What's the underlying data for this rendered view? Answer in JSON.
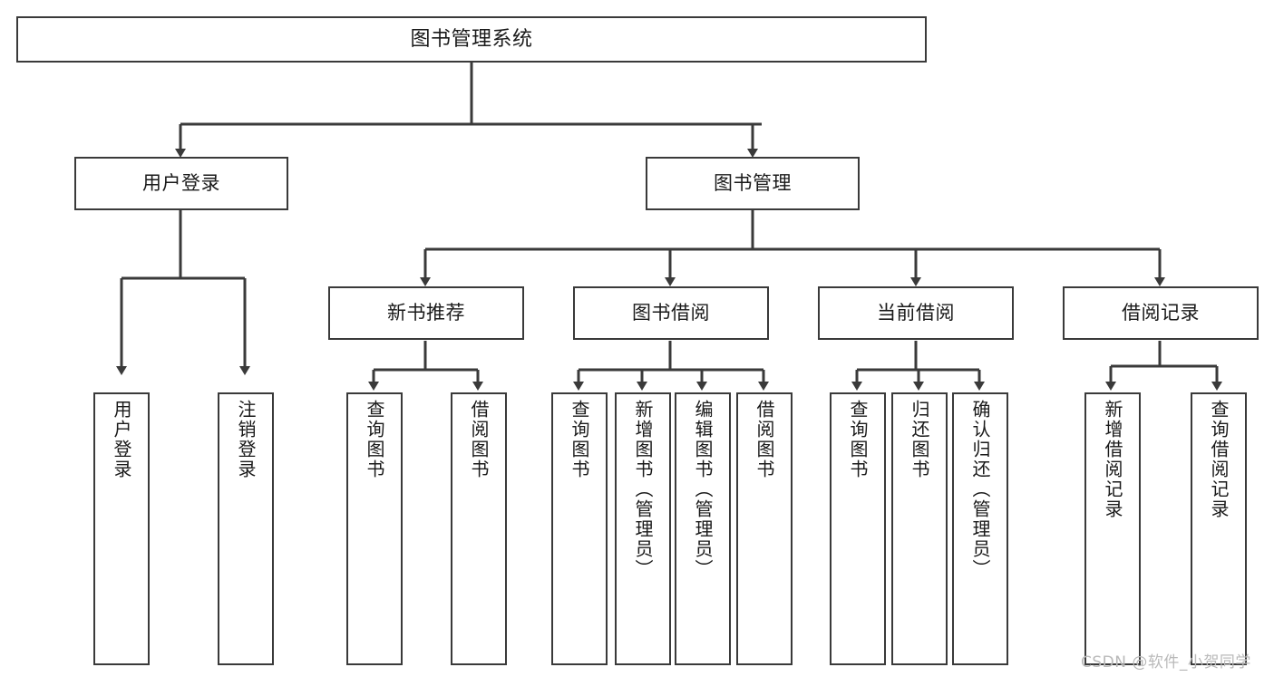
{
  "diagram": {
    "title": "图书管理系统",
    "type": "hierarchy-tree",
    "stroke_color": "#3a3a3a",
    "fill_color": "#ffffff",
    "text_color": "#1a1a1a"
  },
  "levels": {
    "root": {
      "label": "图书管理系统"
    },
    "level2": [
      {
        "label": "用户登录"
      },
      {
        "label": "图书管理"
      }
    ],
    "level3": [
      {
        "label": "新书推荐"
      },
      {
        "label": "图书借阅"
      },
      {
        "label": "当前借阅"
      },
      {
        "label": "借阅记录"
      }
    ],
    "leaves": {
      "user_login": [
        {
          "label": "用户登录"
        },
        {
          "label": "注销登录"
        }
      ],
      "new_book_recommend": [
        {
          "label": "查询图书"
        },
        {
          "label": "借阅图书"
        }
      ],
      "book_borrow": [
        {
          "label": "查询图书"
        },
        {
          "label": "新增图书（管理员）"
        },
        {
          "label": "编辑图书（管理员）"
        },
        {
          "label": "借阅图书"
        }
      ],
      "current_borrow": [
        {
          "label": "查询图书"
        },
        {
          "label": "归还图书"
        },
        {
          "label": "确认归还（管理员）"
        }
      ],
      "borrow_record": [
        {
          "label": "新增借阅记录"
        },
        {
          "label": "查询借阅记录"
        }
      ]
    }
  },
  "watermark": {
    "text": "CSDN @软件_小贺同学"
  }
}
